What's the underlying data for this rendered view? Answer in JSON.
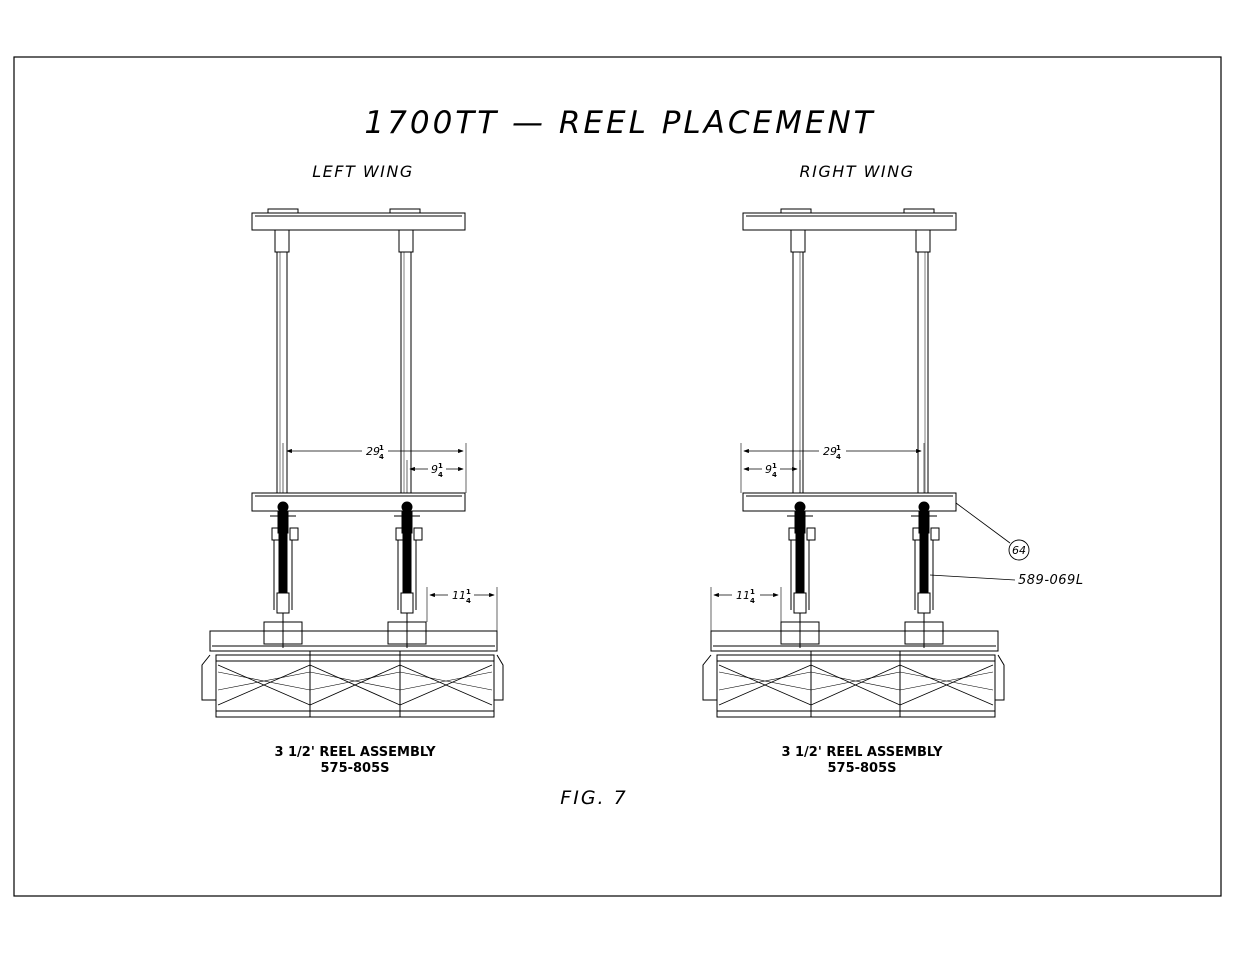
{
  "title": "1700TT — REEL PLACEMENT",
  "figure_label": "FIG. 7",
  "left": {
    "heading": "LEFT WING",
    "dim_top_whole": "29",
    "dim_top_frac_num": "1",
    "dim_top_frac_den": "4",
    "dim_mid_whole": "9",
    "dim_mid_frac_num": "1",
    "dim_mid_frac_den": "4",
    "dim_reel_whole": "11",
    "dim_reel_frac_num": "1",
    "dim_reel_frac_den": "4",
    "assembly_name": "3 1/2' REEL ASSEMBLY",
    "assembly_part": "575-805S"
  },
  "right": {
    "heading": "RIGHT WING",
    "dim_top_whole": "29",
    "dim_top_frac_num": "1",
    "dim_top_frac_den": "4",
    "dim_mid_whole": "9",
    "dim_mid_frac_num": "1",
    "dim_mid_frac_den": "4",
    "dim_reel_whole": "11",
    "dim_reel_frac_num": "1",
    "dim_reel_frac_den": "4",
    "assembly_name": "3 1/2' REEL ASSEMBLY",
    "assembly_part": "575-805S",
    "callout_number": "64",
    "spring_part": "589-069L"
  }
}
